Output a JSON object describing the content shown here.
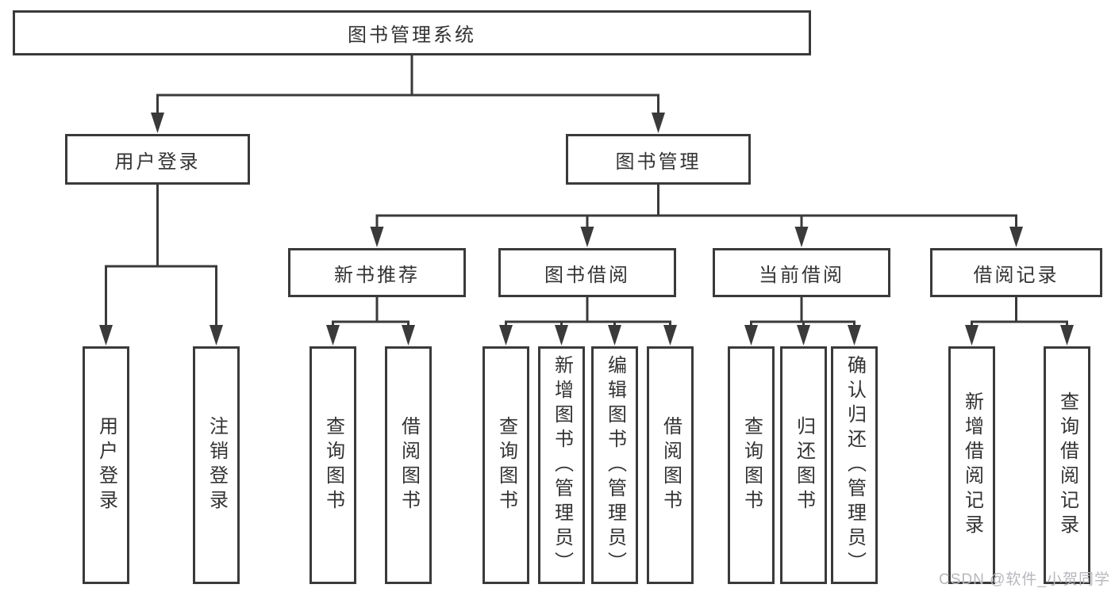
{
  "colors": {
    "line": "#3a3a3a",
    "text": "#333333",
    "box_background": "#ffffff",
    "page_background": "#ffffff",
    "watermark": "#b7b7bc"
  },
  "diagram": {
    "root": "图书管理系统",
    "user_login": {
      "label": "用户登录",
      "children": [
        "用户登录",
        "注销登录"
      ]
    },
    "book_management": {
      "label": "图书管理",
      "sections": [
        {
          "label": "新书推荐",
          "children": [
            "查询图书",
            "借阅图书"
          ]
        },
        {
          "label": "图书借阅",
          "children": [
            "查询图书",
            "新增图书（管理员）",
            "编辑图书（管理员）",
            "借阅图书"
          ]
        },
        {
          "label": "当前借阅",
          "children": [
            "查询图书",
            "归还图书",
            "确认归还（管理员）"
          ]
        },
        {
          "label": "借阅记录",
          "children": [
            "新增借阅记录",
            "查询借阅记录"
          ]
        }
      ]
    }
  },
  "watermark": "CSDN @软件_小贺同学"
}
